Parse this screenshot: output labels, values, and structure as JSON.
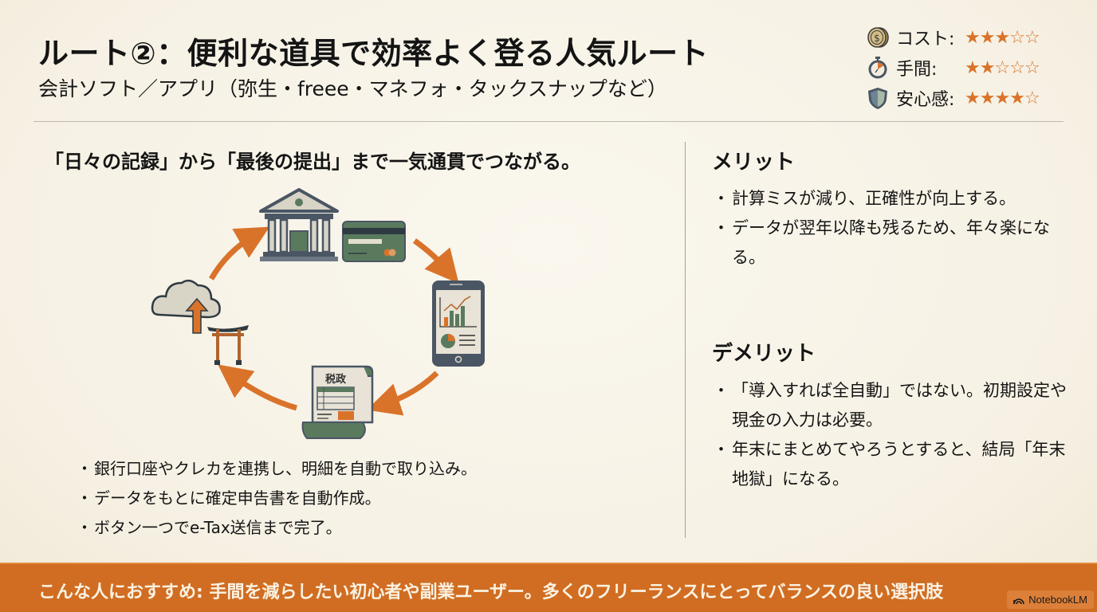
{
  "header": {
    "title": "ルート②：便利な道具で効率よく登る人気ルート",
    "subtitle": "会計ソフト／アプリ（弥生・freee・マネフォ・タックスナップなど）"
  },
  "ratings": [
    {
      "icon": "coin-icon",
      "label": "コスト:",
      "value": 3,
      "max": 5
    },
    {
      "icon": "stopwatch-icon",
      "label": "手間:",
      "value": 2,
      "max": 5
    },
    {
      "icon": "shield-icon",
      "label": "安心感:",
      "value": 4,
      "max": 5
    }
  ],
  "star_symbols": {
    "filled": "★",
    "empty": "☆"
  },
  "left": {
    "lead": "「日々の記録」から「最後の提出」まで一気通貫でつながる。",
    "diagram": {
      "document_label": "税政",
      "icons": [
        "bank-icon",
        "credit-card-icon",
        "tablet-chart-icon",
        "tax-document-icon",
        "cloud-upload-torii-icon"
      ]
    },
    "bullets": [
      "銀行口座やクレカを連携し、明細を自動で取り込み。",
      "データをもとに確定申告書を自動作成。",
      "ボタン一つでe-Tax送信まで完了。"
    ]
  },
  "merits": {
    "title": "メリット",
    "items": [
      "計算ミスが減り、正確性が向上する。",
      "データが翌年以降も残るため、年々楽になる。"
    ]
  },
  "demerits": {
    "title": "デメリット",
    "items": [
      "「導入すれば全自動」ではない。初期設定や現金の入力は必要。",
      "年末にまとめてやろうとすると、結局「年末地獄」になる。"
    ]
  },
  "footer": {
    "text": "こんな人におすすめ: 手間を減らしたい初心者や副業ユーザー。多くのフリーランスにとってバランスの良い選択肢"
  },
  "badge": {
    "label": "NotebookLM"
  },
  "colors": {
    "accent": "#d06d22",
    "star": "#d9732a",
    "green": "#5a7a5e",
    "slate": "#4a5664",
    "background": "#f8f4ea"
  }
}
